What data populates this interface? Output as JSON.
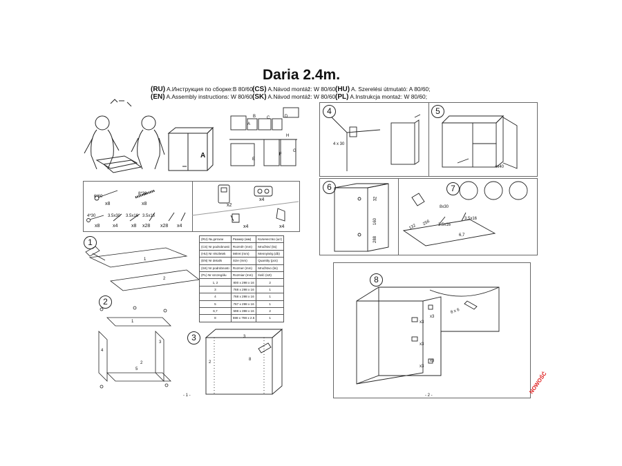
{
  "header": {
    "title": "Daria 2.4m.",
    "instructions": [
      {
        "code": "(RU)",
        "text": "A.Инструкция по сборке:B 80/60;"
      },
      {
        "code": "(CS)",
        "text": "A.Návod montáž: W 80/60;"
      },
      {
        "code": "(HU)",
        "text": "A. Szerelési útmutató: A 80/60;"
      },
      {
        "code": "(EN)",
        "text": "A.Assembly instructions: W 80/60;"
      },
      {
        "code": "(SK)",
        "text": "A.Návod montáž: W 80/60;"
      },
      {
        "code": "(PL)",
        "text": "A.Instrukcja montaż: W 80/60;"
      }
    ]
  },
  "overview": {
    "cabinet_label": "A",
    "module_labels": [
      "A",
      "B",
      "C",
      "D",
      "E",
      "F",
      "G",
      "H"
    ]
  },
  "hardware": {
    "top_row": [
      {
        "spec": "6*60",
        "qty": "x8"
      },
      {
        "spec": "8*30",
        "qty": "x8"
      }
    ],
    "bottom_row": [
      {
        "spec": "4*30",
        "qty": "x8"
      },
      {
        "spec": "3.5x30",
        "qty": "x4"
      },
      {
        "spec": "3.5x16",
        "qty": "x8"
      },
      {
        "spec": "3.5x16",
        "qty": "x28"
      },
      {
        "spec": "",
        "qty": "x4"
      }
    ],
    "fittings": [
      {
        "qty": "x2"
      },
      {
        "qty": "x4"
      },
      {
        "qty": "x4"
      },
      {
        "qty": "x4"
      }
    ]
  },
  "steps": {
    "s1": {
      "num": "1",
      "labels": [
        "1",
        "2"
      ]
    },
    "s2": {
      "num": "2",
      "labels": [
        "1",
        "2",
        "3",
        "4",
        "5"
      ]
    },
    "s3": {
      "num": "3",
      "labels": [
        "3",
        "2",
        "8"
      ]
    },
    "s4": {
      "num": "4",
      "note": "4 x 30"
    },
    "s5": {
      "num": "5",
      "note": "4x40"
    },
    "s6": {
      "num": "6",
      "dims": [
        "32",
        "160",
        "288"
      ]
    },
    "s7": {
      "num": "7",
      "dims": [
        "132",
        "256",
        "8x30",
        "3.5x16",
        "3.5x16"
      ],
      "part": "6,7"
    },
    "s8": {
      "num": "8",
      "marks": [
        "x3",
        "x3",
        "x3",
        "x3",
        "x3"
      ],
      "screw": "8 x 6"
    }
  },
  "parts_table": {
    "header_rows": [
      [
        "(RU) № детали",
        "Размер (мм)",
        "Количество (шт)"
      ],
      [
        "(CS) Nr podrobnosti",
        "Rozměr (mm)",
        "Množství (ks)"
      ],
      [
        "(HU) Nr részletek",
        "Méret (mm)",
        "Mennyiség (db)"
      ],
      [
        "(EN) Nr details",
        "Size (mm)",
        "Quantity (pcs)"
      ],
      [
        "(SK) Nr podrobnosti",
        "Rozmer (mm)",
        "Množstvo (ks)"
      ],
      [
        "(PL) Nr szczegółu",
        "Rozmiar (mm)",
        "Ilość (szt)"
      ]
    ],
    "rows": [
      [
        "1, 2",
        "800 x 298 x 16",
        "2"
      ],
      [
        "3",
        "768 x 298 x 16",
        "1"
      ],
      [
        "4",
        "768 x 298 x 16",
        "1"
      ],
      [
        "5",
        "767 x 298 x 16",
        "1"
      ],
      [
        "6,7",
        "598 x 398 x 16",
        "2"
      ],
      [
        "8",
        "598 x 798 x 2.5",
        "1"
      ]
    ]
  },
  "footer": {
    "page1": "- 1 -",
    "page2": "- 2 -",
    "stamp": "NOWOŚĆ"
  }
}
